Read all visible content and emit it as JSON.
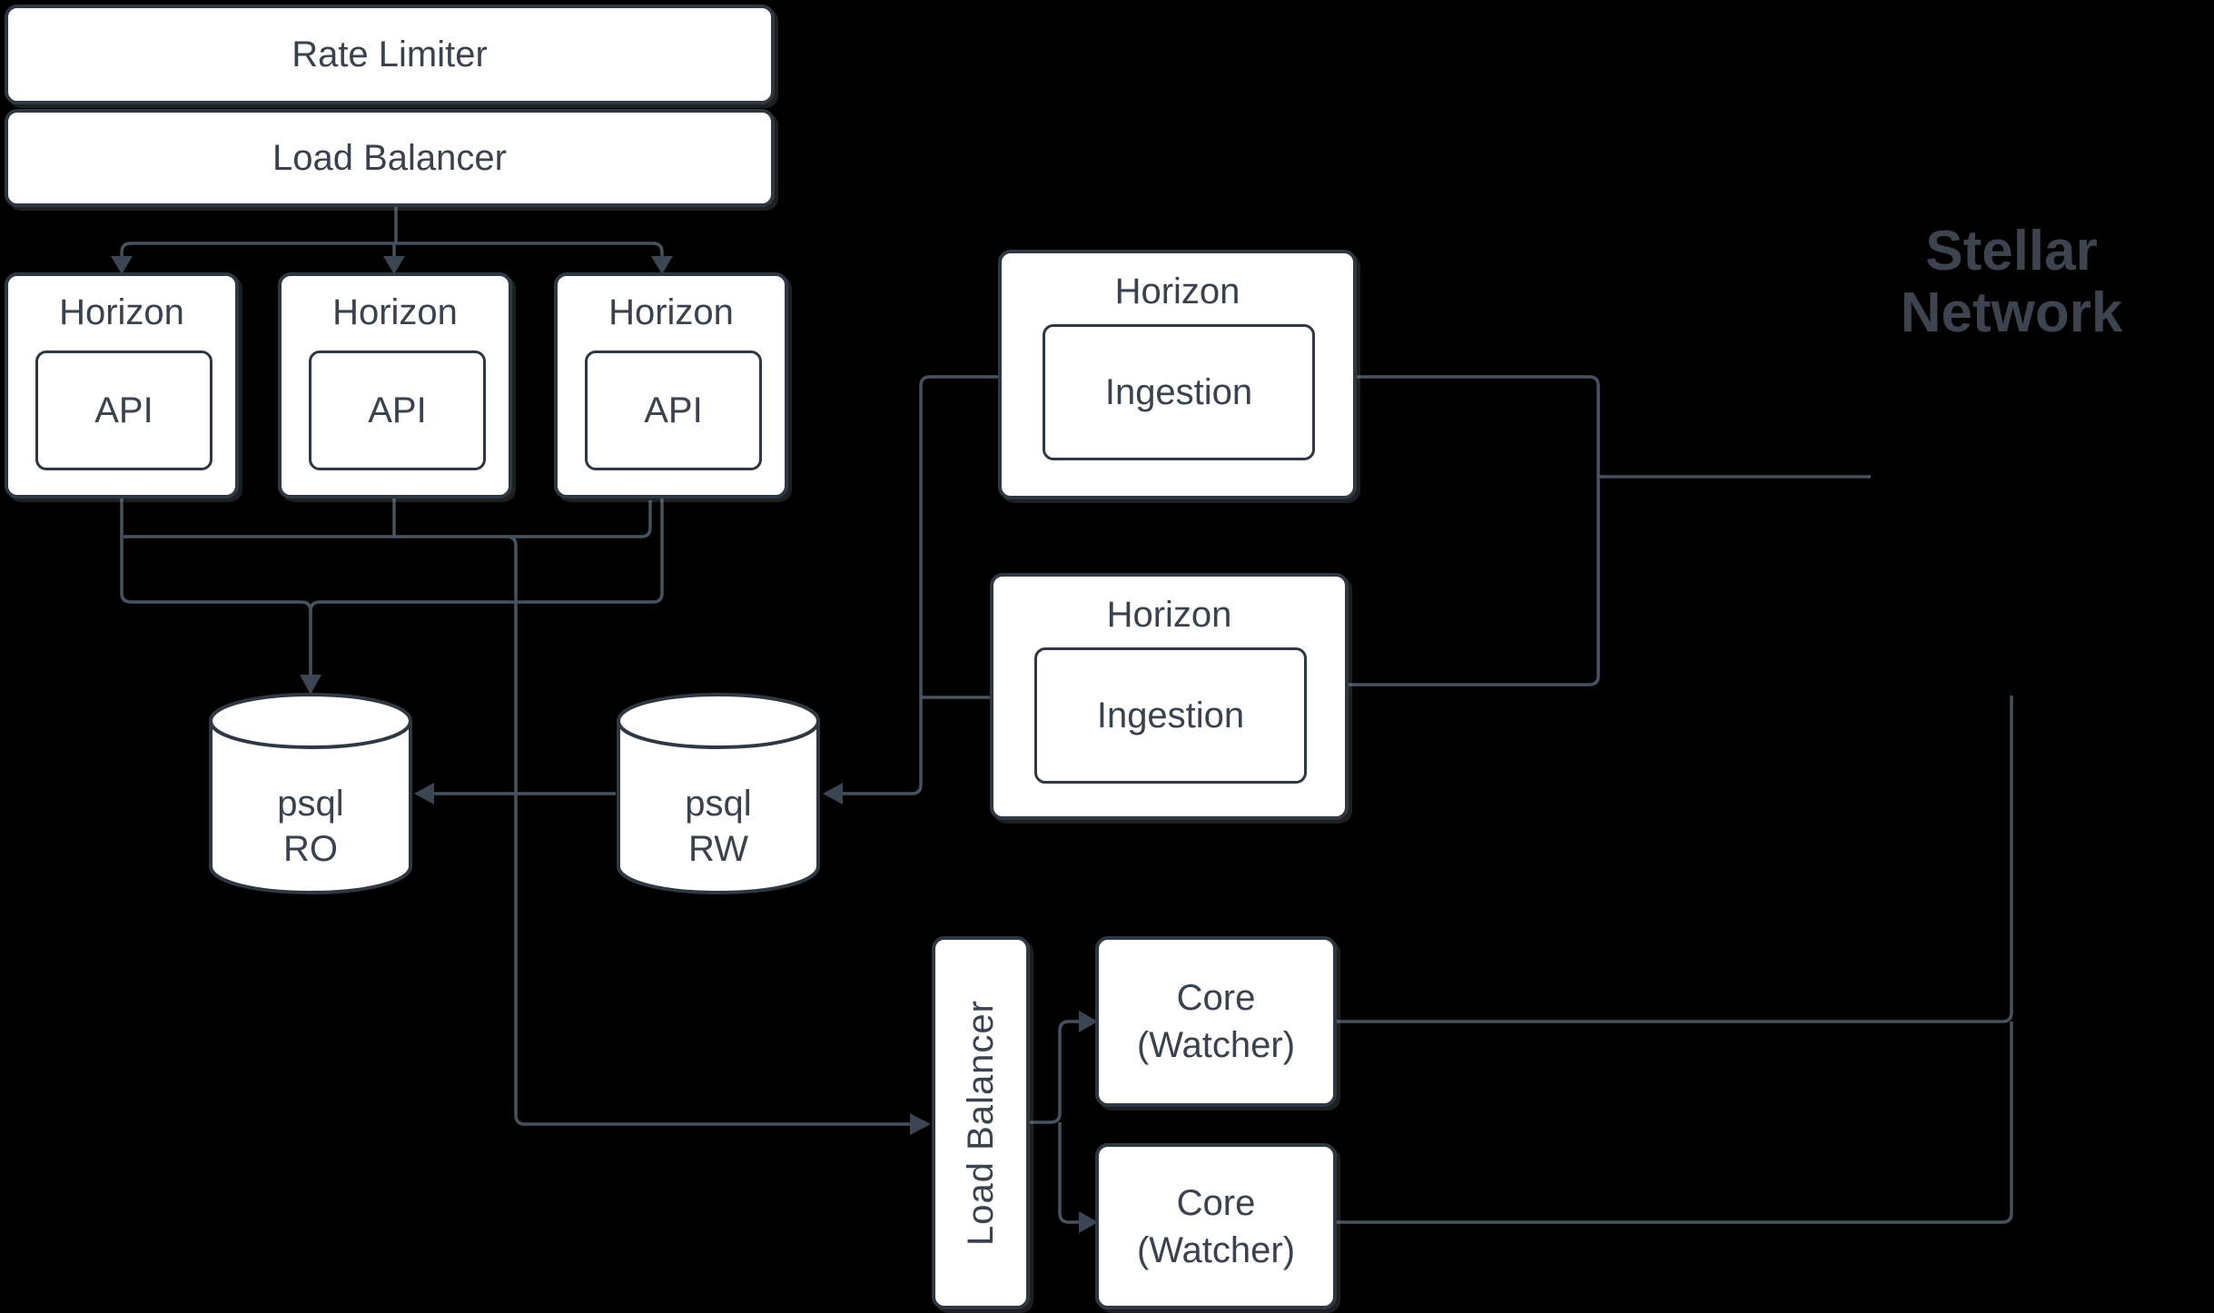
{
  "diagram": {
    "colors": {
      "background": "#000000",
      "node_fill": "#ffffff",
      "node_border": "#2e3742",
      "connector": "#47525e",
      "text": "#3a424e",
      "stellar_text": "#3d444f"
    },
    "nodes": {
      "rate_limiter": {
        "label": "Rate Limiter"
      },
      "load_balancer": {
        "label": "Load Balancer"
      },
      "horizons": [
        {
          "title": "Horizon",
          "inner": "API"
        },
        {
          "title": "Horizon",
          "inner": "API"
        },
        {
          "title": "Horizon",
          "inner": "API"
        }
      ],
      "ingestions": [
        {
          "title": "Horizon",
          "inner": "Ingestion"
        },
        {
          "title": "Horizon",
          "inner": "Ingestion"
        }
      ],
      "psql_ro": {
        "line1": "psql",
        "line2": "RO"
      },
      "psql_rw": {
        "line1": "psql",
        "line2": "RW"
      },
      "core_lb": {
        "label": "Load Balancer"
      },
      "cores": [
        {
          "line1": "Core",
          "line2": "(Watcher)"
        },
        {
          "line1": "Core",
          "line2": "(Watcher)"
        }
      ],
      "stellar_network": {
        "line1": "Stellar",
        "line2": "Network"
      }
    }
  }
}
